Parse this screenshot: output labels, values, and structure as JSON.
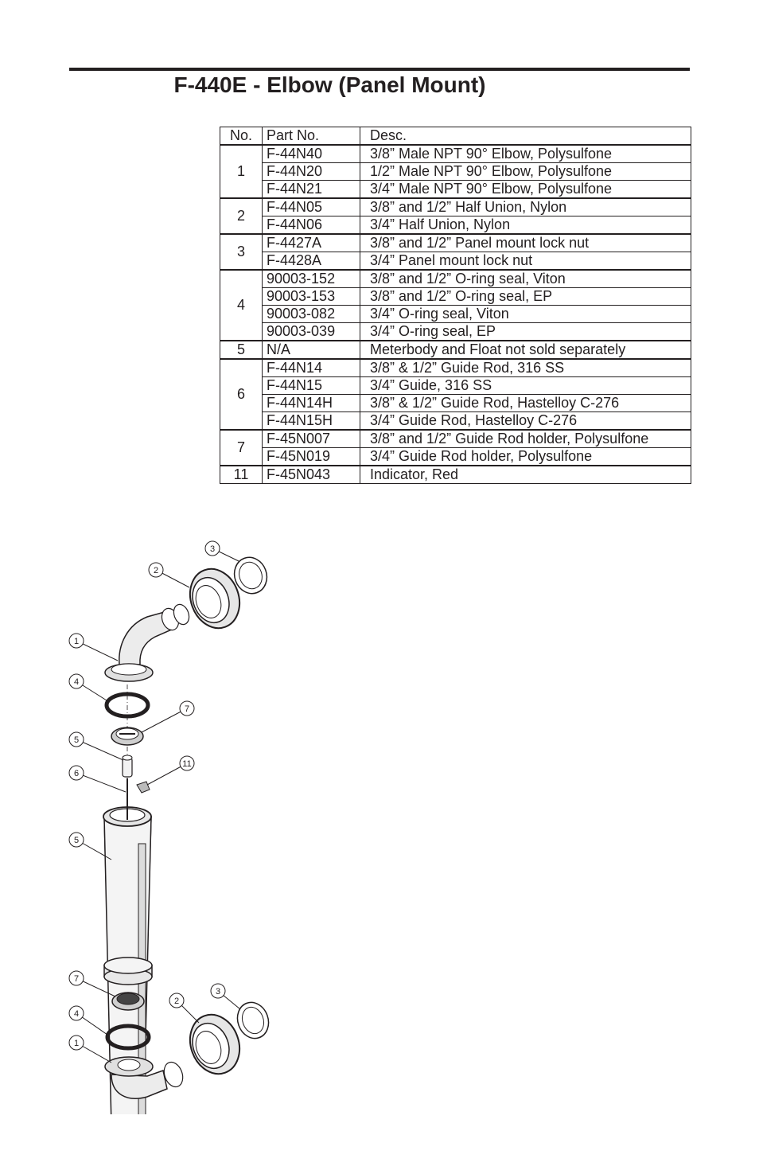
{
  "page": {
    "title": "F-440E - Elbow (Panel Mount)"
  },
  "table": {
    "headers": {
      "no": "No.",
      "part": "Part No.",
      "desc": "Desc."
    },
    "groups": [
      {
        "no": "1",
        "rows": [
          {
            "part": "F-44N40",
            "desc": "3/8” Male NPT 90° Elbow, Polysulfone"
          },
          {
            "part": "F-44N20",
            "desc": "1/2” Male NPT 90° Elbow, Polysulfone"
          },
          {
            "part": "F-44N21",
            "desc": "3/4” Male NPT 90° Elbow, Polysulfone"
          }
        ]
      },
      {
        "no": "2",
        "rows": [
          {
            "part": "F-44N05",
            "desc": "3/8” and 1/2” Half Union, Nylon"
          },
          {
            "part": "F-44N06",
            "desc": "3/4” Half Union, Nylon"
          }
        ]
      },
      {
        "no": "3",
        "rows": [
          {
            "part": "F-4427A",
            "desc": "3/8” and 1/2” Panel mount lock nut"
          },
          {
            "part": "F-4428A",
            "desc": "3/4” Panel mount lock nut"
          }
        ]
      },
      {
        "no": "4",
        "rows": [
          {
            "part": "90003-152",
            "desc": "3/8” and 1/2” O-ring seal, Viton"
          },
          {
            "part": "90003-153",
            "desc": "3/8” and 1/2” O-ring seal, EP"
          },
          {
            "part": "90003-082",
            "desc": "3/4” O-ring seal, Viton"
          },
          {
            "part": "90003-039",
            "desc": "3/4” O-ring seal, EP"
          }
        ]
      },
      {
        "no": "5",
        "rows": [
          {
            "part": "N/A",
            "desc": "Meterbody and Float not sold separately"
          }
        ]
      },
      {
        "no": "6",
        "rows": [
          {
            "part": "F-44N14",
            "desc": "3/8” & 1/2” Guide Rod, 316 SS"
          },
          {
            "part": "F-44N15",
            "desc": "3/4” Guide, 316 SS"
          },
          {
            "part": "F-44N14H",
            "desc": "3/8” & 1/2” Guide Rod, Hastelloy C-276"
          },
          {
            "part": "F-44N15H",
            "desc": "3/4” Guide Rod, Hastelloy C-276"
          }
        ]
      },
      {
        "no": "7",
        "rows": [
          {
            "part": "F-45N007",
            "desc": "3/8” and 1/2” Guide Rod holder, Polysulfone"
          },
          {
            "part": "F-45N019",
            "desc": "3/4” Guide Rod holder, Polysulfone"
          }
        ]
      },
      {
        "no": "11",
        "rows": [
          {
            "part": "F-45N043",
            "desc": "Indicator, Red"
          }
        ]
      }
    ]
  },
  "diagram": {
    "callouts": [
      "3",
      "2",
      "1",
      "4",
      "7",
      "5",
      "11",
      "6",
      "5",
      "7",
      "3",
      "2",
      "4",
      "1"
    ]
  }
}
